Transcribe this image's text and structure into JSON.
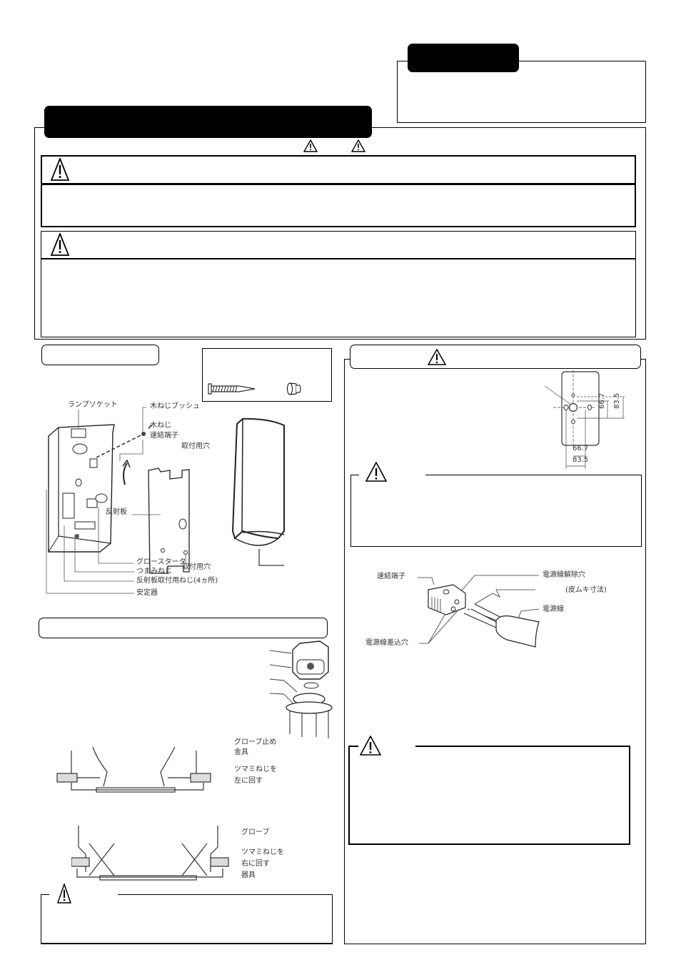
{
  "document": {
    "colors": {
      "ink": "#000000",
      "paper": "#ffffff",
      "label": "#333333"
    }
  },
  "icons": {
    "warning": "warning-triangle-icon",
    "screw": "wood-screw-icon",
    "bush": "screw-bush-icon"
  },
  "parts_diagram": {
    "labels": {
      "lamp_socket": "ランプソケット",
      "wood_screw_bush": "木ねじブッシュ",
      "wood_screw": "木ねじ",
      "quick_terminal": "速結端子",
      "mount_hole_top": "取付用穴",
      "reflector": "反射板",
      "glow_starter": "グロースタータ",
      "knob_screw": "つまみねじ",
      "reflector_screw": "反射板取付用ねじ(4ヵ所)",
      "mount_hole_bottom": "取付用穴",
      "ballast": "安定器"
    }
  },
  "mounting_diagram": {
    "dimensions": {
      "v_inner": "66.7",
      "v_outer": "83.5",
      "h_inner": "66.7",
      "h_outer": "83.5"
    }
  },
  "wiring_diagram": {
    "labels": {
      "quick_terminal": "速結端子",
      "release_hole": "電源線解除穴",
      "strip_length": "(皮ムキ寸法)",
      "power_wire": "電源線",
      "insert_hole": "電源線差込穴"
    }
  },
  "globe_diagram": {
    "labels": {
      "globe_clip": "グローブ止め",
      "globe_clip_2": "金具",
      "knob_left_1": "ツマミねじを",
      "knob_left_2": "左に回す",
      "globe": "グローブ",
      "knob_right_1": "ツマミねじを",
      "knob_right_2": "右に回す",
      "fixture": "器具"
    }
  }
}
